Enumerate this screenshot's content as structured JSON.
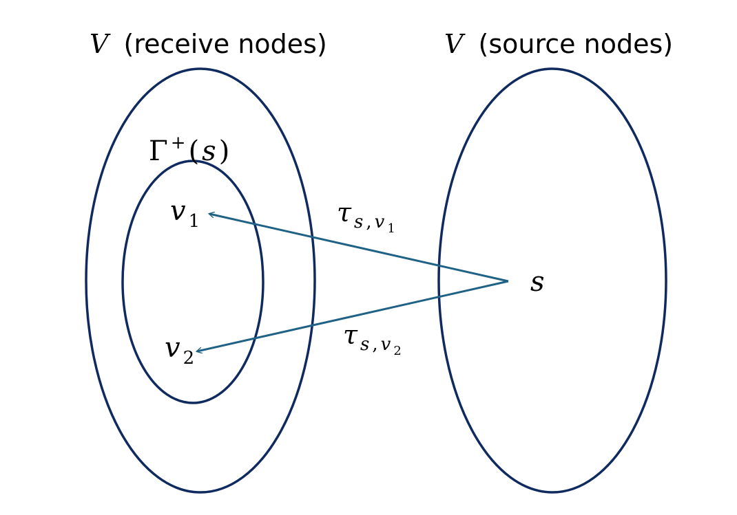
{
  "colors": {
    "outline": "#0f2a5e",
    "arrow": "#1f6285",
    "text": "#000000",
    "background": "#ffffff"
  },
  "left_set": {
    "symbol": "V",
    "caption": "(receive nodes)"
  },
  "right_set": {
    "symbol": "V",
    "caption": "(source nodes)"
  },
  "neighborhood": {
    "gamma": "Γ",
    "superscript": "+",
    "open_paren": "(",
    "argument": "s",
    "close_paren": ")"
  },
  "nodes": {
    "v1": {
      "base": "v",
      "subscript": "1"
    },
    "v2": {
      "base": "v",
      "subscript": "2"
    },
    "s": {
      "label": "s"
    }
  },
  "edges": [
    {
      "from": "s",
      "to": "v1",
      "label": {
        "base": "τ",
        "sub_s": "s",
        "sub_comma": ",",
        "sub_v": "v",
        "sub_index": "1"
      }
    },
    {
      "from": "s",
      "to": "v2",
      "label": {
        "base": "τ",
        "sub_s": "s",
        "sub_comma": ",",
        "sub_v": "v",
        "sub_index": "2"
      }
    }
  ]
}
